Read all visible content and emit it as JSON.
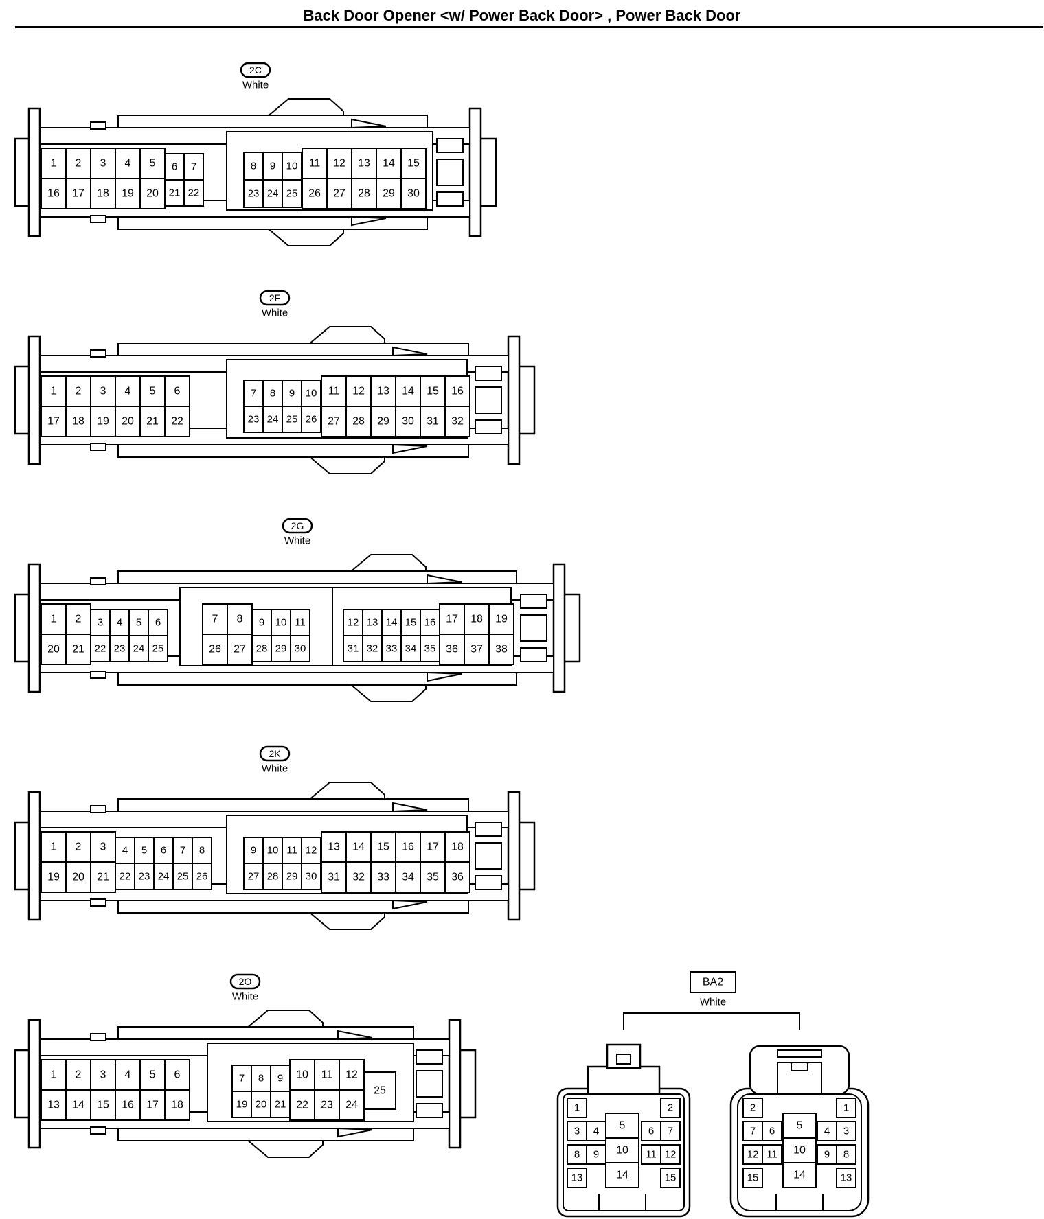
{
  "title": "Back Door Opener <w/ Power Back Door> , Power Back Door",
  "connectors": [
    {
      "id": "2C",
      "color": "White",
      "style": "oval",
      "left_block": {
        "rows": [
          [
            "1",
            "2",
            "3",
            "4",
            "5"
          ],
          [
            "16",
            "17",
            "18",
            "19",
            "20"
          ]
        ],
        "small": [
          [
            "6",
            "7"
          ],
          [
            "21",
            "22"
          ]
        ]
      },
      "right_block": {
        "small": [
          [
            "8",
            "9",
            "10"
          ],
          [
            "23",
            "24",
            "25"
          ]
        ],
        "rows": [
          [
            "11",
            "12",
            "13",
            "14",
            "15"
          ],
          [
            "26",
            "27",
            "28",
            "29",
            "30"
          ]
        ]
      }
    },
    {
      "id": "2F",
      "color": "White",
      "style": "oval",
      "left_block": {
        "rows": [
          [
            "1",
            "2",
            "3",
            "4",
            "5",
            "6"
          ],
          [
            "17",
            "18",
            "19",
            "20",
            "21",
            "22"
          ]
        ]
      },
      "right_block": {
        "small": [
          [
            "7",
            "8",
            "9",
            "10"
          ],
          [
            "23",
            "24",
            "25",
            "26"
          ]
        ],
        "rows": [
          [
            "11",
            "12",
            "13",
            "14",
            "15",
            "16"
          ],
          [
            "27",
            "28",
            "29",
            "30",
            "31",
            "32"
          ]
        ]
      }
    },
    {
      "id": "2G",
      "color": "White",
      "style": "oval",
      "blocks": [
        {
          "big": [
            [
              "1",
              "2"
            ],
            [
              "20",
              "21"
            ]
          ],
          "small": [
            [
              "3",
              "4",
              "5",
              "6"
            ],
            [
              "22",
              "23",
              "24",
              "25"
            ]
          ]
        },
        {
          "big": [
            [
              "7",
              "8"
            ],
            [
              "26",
              "27"
            ]
          ],
          "small": [
            [
              "9",
              "10",
              "11"
            ],
            [
              "28",
              "29",
              "30"
            ]
          ]
        },
        {
          "small": [
            [
              "12",
              "13",
              "14",
              "15",
              "16"
            ],
            [
              "31",
              "32",
              "33",
              "34",
              "35"
            ]
          ],
          "big": [
            [
              "17",
              "18",
              "19"
            ],
            [
              "36",
              "37",
              "38"
            ]
          ]
        }
      ]
    },
    {
      "id": "2K",
      "color": "White",
      "style": "oval",
      "left_block": {
        "rows": [
          [
            "1",
            "2",
            "3"
          ],
          [
            "19",
            "20",
            "21"
          ]
        ],
        "small": [
          [
            "4",
            "5",
            "6",
            "7",
            "8"
          ],
          [
            "22",
            "23",
            "24",
            "25",
            "26"
          ]
        ]
      },
      "right_block": {
        "small": [
          [
            "9",
            "10",
            "11",
            "12"
          ],
          [
            "27",
            "28",
            "29",
            "30"
          ]
        ],
        "rows": [
          [
            "13",
            "14",
            "15",
            "16",
            "17",
            "18"
          ],
          [
            "31",
            "32",
            "33",
            "34",
            "35",
            "36"
          ]
        ]
      }
    },
    {
      "id": "2O",
      "color": "White",
      "style": "oval",
      "left_block": {
        "rows": [
          [
            "1",
            "2",
            "3",
            "4",
            "5",
            "6"
          ],
          [
            "13",
            "14",
            "15",
            "16",
            "17",
            "18"
          ]
        ]
      },
      "right_block": {
        "small": [
          [
            "7",
            "8",
            "9"
          ],
          [
            "19",
            "20",
            "21"
          ]
        ],
        "rows": [
          [
            "10",
            "11",
            "12"
          ],
          [
            "22",
            "23",
            "24"
          ]
        ],
        "extra": "25"
      }
    },
    {
      "id": "BA2",
      "color": "White",
      "style": "box",
      "views": [
        {
          "top_left": "1",
          "top_right": "2",
          "row2": [
            "3",
            "4",
            "6",
            "7"
          ],
          "row3": [
            "8",
            "9",
            "11",
            "12"
          ],
          "bottom_left": "13",
          "bottom_right": "15",
          "center": [
            "5",
            "10",
            "14"
          ]
        },
        {
          "top_left": "2",
          "top_right": "1",
          "row2": [
            "7",
            "6",
            "4",
            "3"
          ],
          "row3": [
            "12",
            "11",
            "9",
            "8"
          ],
          "bottom_left": "15",
          "bottom_right": "13",
          "center": [
            "5",
            "10",
            "14"
          ]
        }
      ]
    }
  ]
}
